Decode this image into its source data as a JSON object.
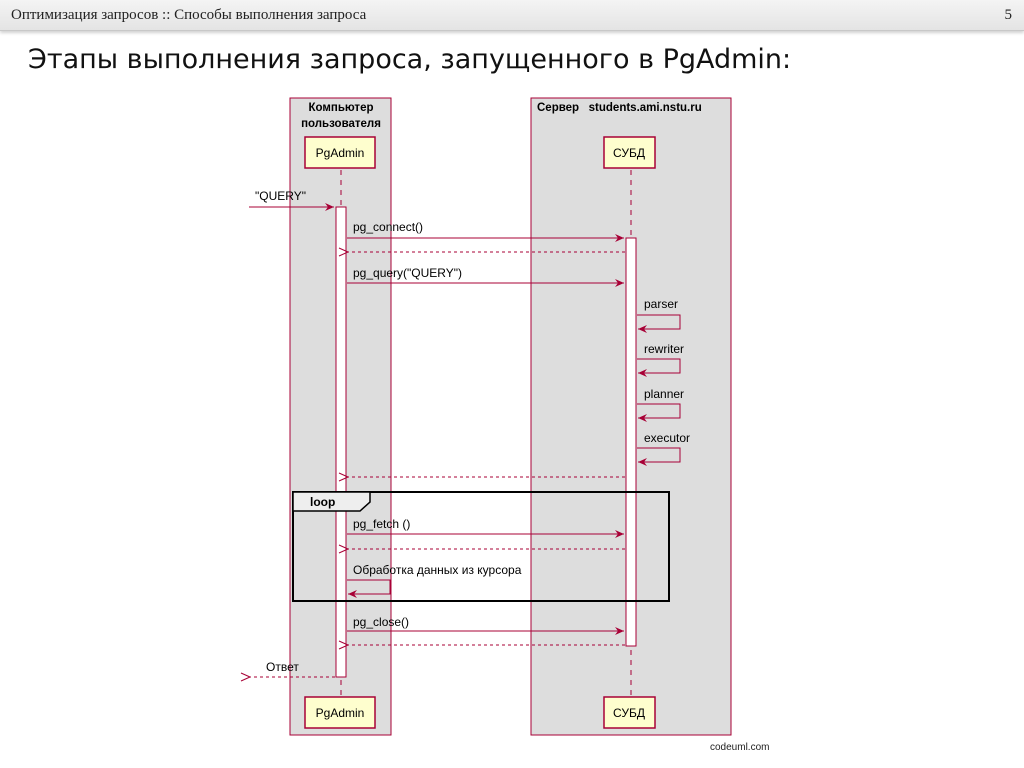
{
  "header": {
    "title": "Оптимизация запросов :: Способы выполнения запроса",
    "page_number": "5"
  },
  "slide_title": "Этапы выполнения запроса, запущенного в PgAdmin:",
  "diagram": {
    "boxes": {
      "client": [
        "Компьютер",
        "пользователя"
      ],
      "server": "Сервер   students.ami.nstu.ru"
    },
    "participants": {
      "pgadmin": "PgAdmin",
      "dbms": "СУБД"
    },
    "messages": {
      "query_in": "\"QUERY\"",
      "pg_connect": "pg_connect()",
      "pg_query": "pg_query(\"QUERY\")",
      "parser": "parser",
      "rewriter": "rewriter",
      "planner": "planner",
      "executor": "executor",
      "pg_fetch": "pg_fetch ()",
      "cursor_processing": "Обработка данных из курсора",
      "pg_close": "pg_close()",
      "answer": "Ответ"
    },
    "loop_label": "loop",
    "colors": {
      "arrow": "#a80036",
      "box_fill": "#dddddd",
      "box_border": "#a80036",
      "participant_fill": "#fefece",
      "loop_border": "#000000"
    }
  },
  "watermark": "codeuml.com"
}
